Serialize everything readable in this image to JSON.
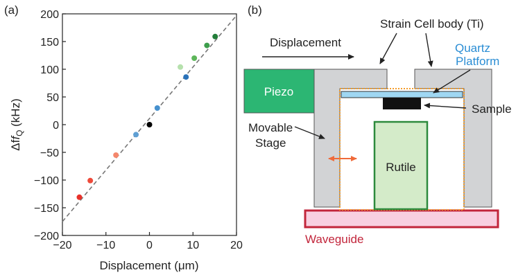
{
  "panel_a": {
    "label": "(a)",
    "chart_data": {
      "type": "scatter",
      "xlabel": "Displacement (μm)",
      "ylabel_prefix": "Δf",
      "ylabel_sub": "Q",
      "ylabel_suffix": " (kHz)",
      "xlim": [
        -20,
        20
      ],
      "ylim": [
        -200,
        200
      ],
      "x_ticks": [
        -20,
        -10,
        0,
        10,
        20
      ],
      "x_tick_labels": [
        "−20",
        "−10",
        "0",
        "10",
        "20"
      ],
      "y_ticks": [
        -200,
        -150,
        -100,
        -50,
        0,
        50,
        100,
        150,
        200
      ],
      "y_tick_labels": [
        "−200",
        "−150",
        "−100",
        "−50",
        "0",
        "50",
        "100",
        "150",
        "200"
      ],
      "fit_line": {
        "x": [
          -20,
          20
        ],
        "y": [
          -175,
          197
        ]
      },
      "points": [
        {
          "x": -16.1,
          "y": -131,
          "color": "#e8312a"
        },
        {
          "x": -13.6,
          "y": -101,
          "color": "#ee4a3a"
        },
        {
          "x": -7.7,
          "y": -55,
          "color": "#f4876c"
        },
        {
          "x": -3.1,
          "y": -18,
          "color": "#5f9fd3"
        },
        {
          "x": 0.0,
          "y": 0,
          "color": "#000000"
        },
        {
          "x": 1.8,
          "y": 30,
          "color": "#4791ce"
        },
        {
          "x": 7.1,
          "y": 104,
          "color": "#b6e1ad"
        },
        {
          "x": 8.4,
          "y": 86,
          "color": "#2a72b9"
        },
        {
          "x": 10.3,
          "y": 120,
          "color": "#5db65a"
        },
        {
          "x": 13.2,
          "y": 143,
          "color": "#3d9e4c"
        },
        {
          "x": 15.1,
          "y": 159,
          "color": "#237e3a"
        }
      ]
    }
  },
  "panel_b": {
    "label": "(b)",
    "labels": {
      "strain_cell": "Strain Cell body (Ti)",
      "displacement": "Displacement",
      "quartz_line1": "Quartz",
      "quartz_line2": "Platform",
      "piezo": "Piezo",
      "sample": "Sample",
      "movable_line1": "Movable",
      "movable_line2": "Stage",
      "rutile": "Rutile",
      "waveguide": "Waveguide"
    },
    "colors": {
      "piezo": "#2cb673",
      "cell_body": "#d2d3d5",
      "quartz": "#9fd7f2",
      "quartz_text": "#2a8dd4",
      "sample": "#111111",
      "rutile_fill": "#d4ebc9",
      "rutile_stroke": "#2c8a3c",
      "waveguide_fill": "#f8cfe0",
      "waveguide_stroke": "#c2253b",
      "waveguide_text": "#c2253b",
      "arrow": "#ef6a3a",
      "dotted": "#f39c2a"
    }
  }
}
